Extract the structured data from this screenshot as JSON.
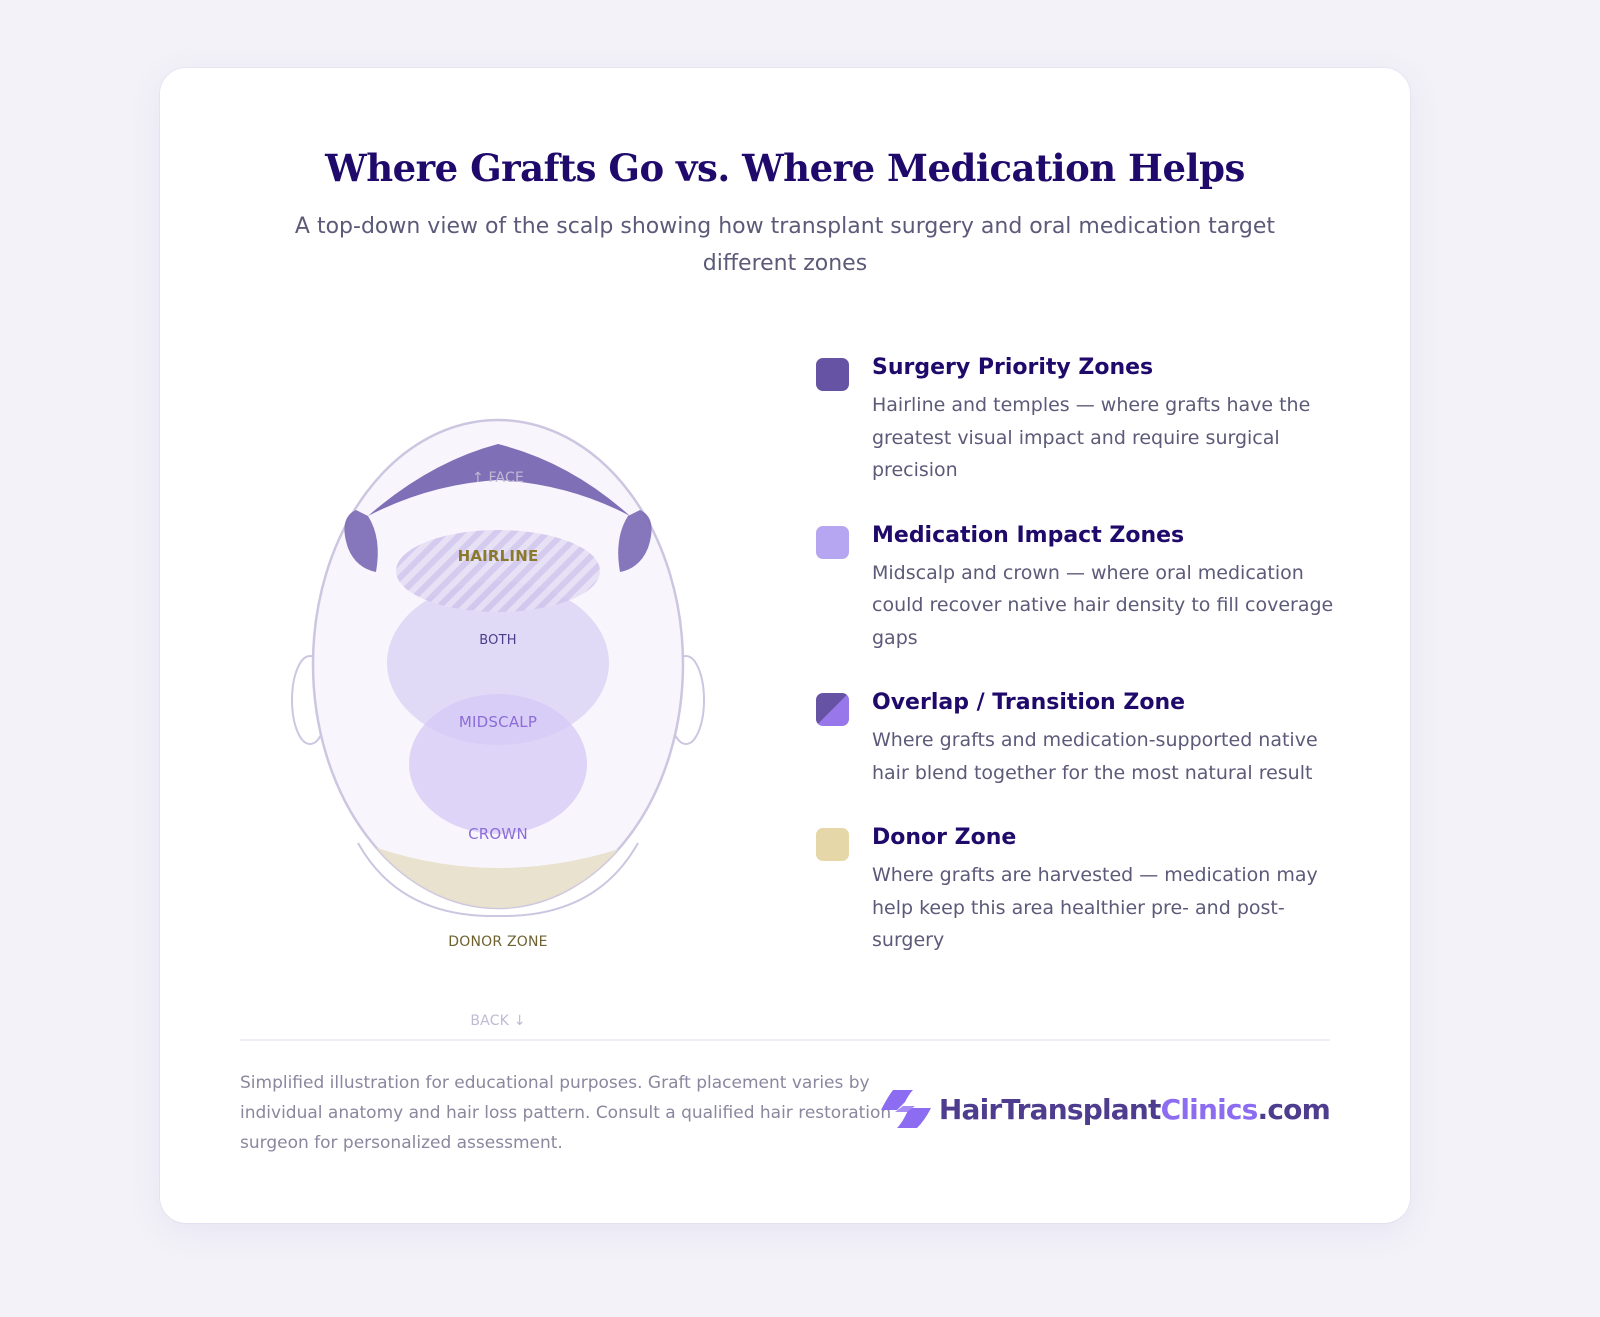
{
  "header": {
    "title": "Where Grafts Go vs. Where Medication Helps",
    "subtitle": "A top-down view of the scalp showing how transplant surgery and oral medication target different zones"
  },
  "diagram": {
    "orientation_top": "↑ FACE",
    "orientation_bottom": "BACK ↓",
    "zones": {
      "hairline": "HAIRLINE",
      "both": "BOTH",
      "midscalp": "MIDSCALP",
      "crown": "CROWN",
      "donor": "DONOR ZONE"
    },
    "colors": {
      "surgery": "#6e5aaa",
      "medication": "#c8bcf5",
      "donor": "#e6dcc3",
      "head_outline": "#cdc6e0",
      "head_fill": "#f8f6fc"
    }
  },
  "legend": {
    "items": [
      {
        "title": "Surgery Priority Zones",
        "description": "Hairline and temples — where grafts have the greatest visual impact and require surgical precision",
        "color": "#6653a3"
      },
      {
        "title": "Medication Impact Zones",
        "description": "Midscalp and crown — where oral medication could recover native hair density to fill coverage gaps",
        "color": "#b6a5f0"
      },
      {
        "title": "Overlap / Transition Zone",
        "description": "Where grafts and medication-supported native hair blend together for the most natural result",
        "color_a": "#6653a3",
        "color_b": "#9877ea"
      },
      {
        "title": "Donor Zone",
        "description": "Where grafts are harvested — medication may help keep this area healthier pre- and post-surgery",
        "color": "#e6d7a8"
      }
    ]
  },
  "footer": {
    "disclaimer": "Simplified illustration for educational purposes. Graft placement varies by individual anatomy and hair loss pattern. Consult a qualified hair restoration surgeon for personalized assessment.",
    "brand": {
      "part1": "HairTransplant",
      "part2": "Clinics",
      "part3": ".com"
    }
  }
}
